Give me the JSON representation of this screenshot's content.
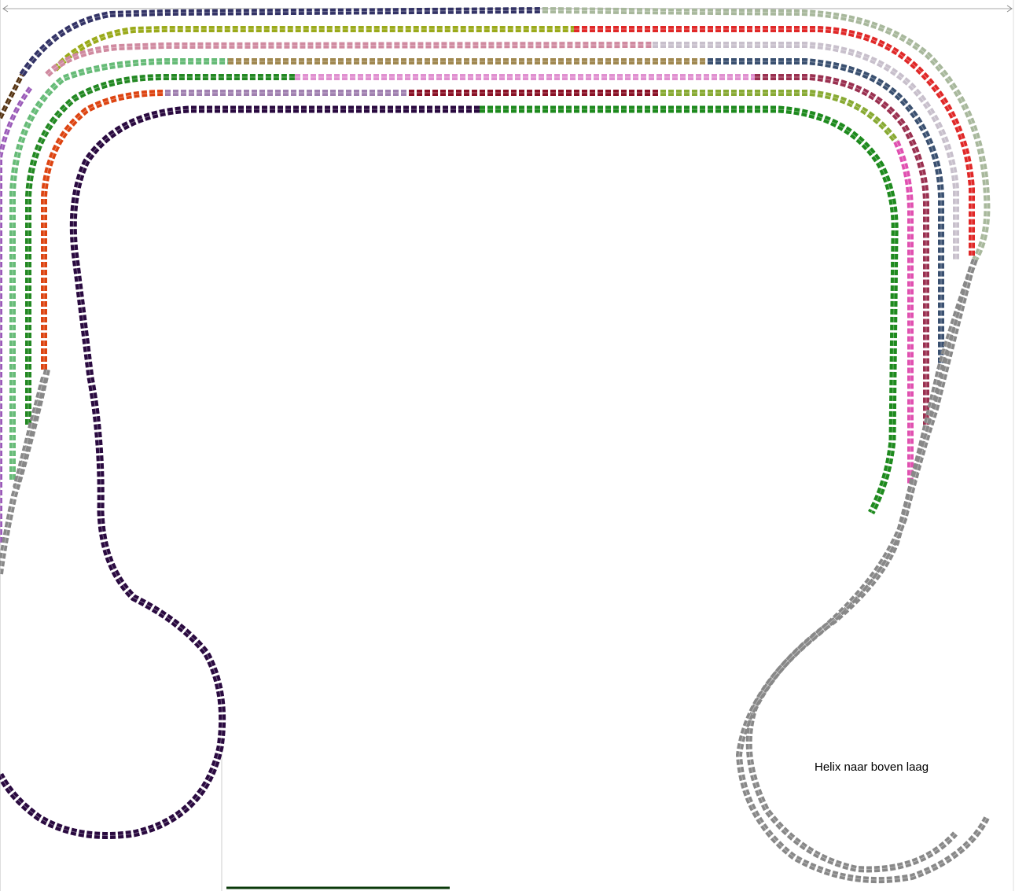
{
  "diagram": {
    "annotation": "Helix naar boven laag"
  },
  "tracks": [
    {
      "id": "outer-1-left",
      "color": "#333366"
    },
    {
      "id": "outer-1-right",
      "color": "#a8b89c"
    },
    {
      "id": "track-2-left",
      "color": "#9aaa1a"
    },
    {
      "id": "track-2-right",
      "color": "#e02828"
    },
    {
      "id": "track-3-left",
      "color": "#d08aa0"
    },
    {
      "id": "track-3-right",
      "color": "#c8c0cc"
    },
    {
      "id": "track-4-a",
      "color": "#66bb77"
    },
    {
      "id": "track-4-b",
      "color": "#a08850"
    },
    {
      "id": "track-4-c",
      "color": "#3a5070"
    },
    {
      "id": "track-5-a",
      "color": "#228822"
    },
    {
      "id": "track-5-b",
      "color": "#e090d0"
    },
    {
      "id": "track-5-c",
      "color": "#9a3050"
    },
    {
      "id": "track-6-a",
      "color": "#dd4411"
    },
    {
      "id": "track-6-b",
      "color": "#a080b0"
    },
    {
      "id": "track-6-c",
      "color": "#8a1025"
    },
    {
      "id": "track-6-d",
      "color": "#88aa33"
    },
    {
      "id": "inner-loop",
      "color": "#2a0a40"
    },
    {
      "id": "inner-right",
      "color": "#1e8a1e"
    },
    {
      "id": "pink-right",
      "color": "#e050b0"
    },
    {
      "id": "purple-left",
      "color": "#9a5ab8"
    },
    {
      "id": "brown-left",
      "color": "#553311"
    },
    {
      "id": "helix",
      "color": "#888888"
    },
    {
      "id": "bottom-line",
      "color": "#0a3a0a"
    }
  ]
}
